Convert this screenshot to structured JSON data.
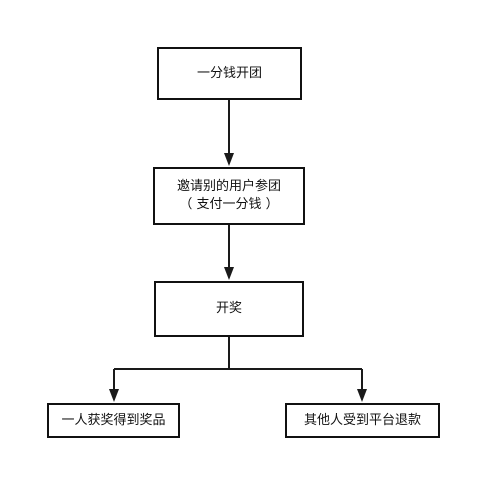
{
  "diagram": {
    "nodes": {
      "start": {
        "label": "一分钱开团"
      },
      "invite": {
        "line1": "邀请别的用户参团",
        "line2": "（ 支付一分钱 ）"
      },
      "draw": {
        "label": "开奖"
      },
      "win": {
        "label": "一人获奖得到奖品"
      },
      "refund": {
        "label": "其他人受到平台退款"
      }
    },
    "edges": [
      {
        "from": "start",
        "to": "invite"
      },
      {
        "from": "invite",
        "to": "draw"
      },
      {
        "from": "draw",
        "to": "win"
      },
      {
        "from": "draw",
        "to": "refund"
      }
    ],
    "colors": {
      "stroke": "#111111",
      "background": "#ffffff"
    }
  }
}
